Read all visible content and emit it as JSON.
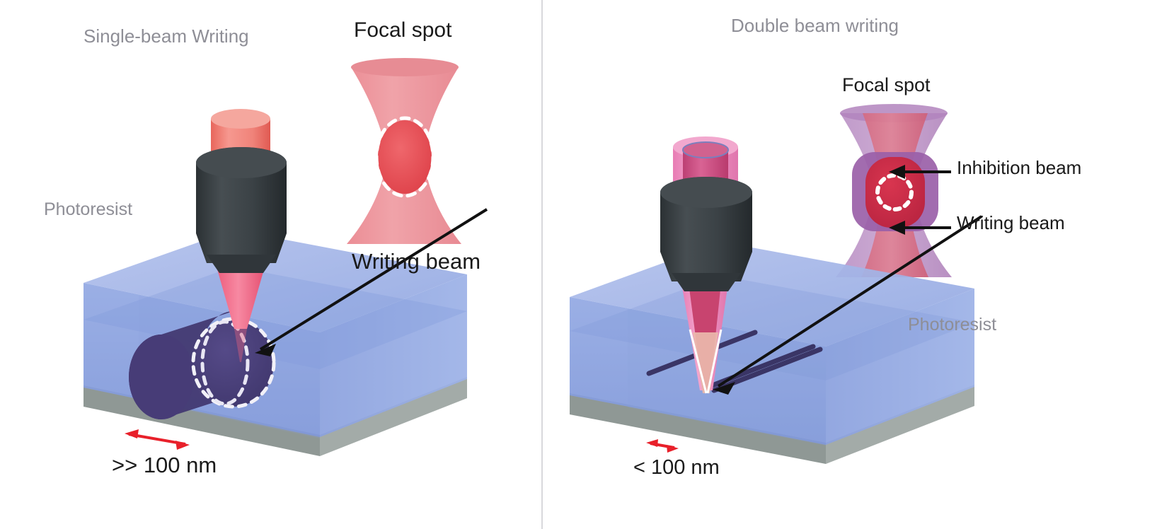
{
  "figure": {
    "background_color": "#ffffff",
    "divider_color": "#d8d8dc",
    "title_color": "#8e8e96",
    "label_color": "#1a1a1a"
  },
  "panels": [
    {
      "id": "single-beam",
      "title": "Single-beam Writing",
      "labels": {
        "focal_spot": "Focal spot",
        "writing_beam": "Writing beam",
        "photoresist": "Photoresist",
        "scale": ">> 100 nm"
      },
      "colors": {
        "objective": "#3e4448",
        "objective_dark": "#2e3336",
        "beam_cylinder": "#f0837a",
        "beam_cylinder_top": "#f3a099",
        "beam_cone": "#ef6e80",
        "focal_envelope": "#ef9aa1",
        "focal_core": "#e8555c",
        "dashed_outline": "#ffffff",
        "photoresist": "#8fa6e0",
        "photoresist_top": "#a6b7e8",
        "photoresist_side": "#7d96d8",
        "substrate": "#9aa3a0",
        "written_feature": "#4a3f7a",
        "scale_arrow": "#e8202a",
        "pointer_arrow": "#111111"
      }
    },
    {
      "id": "double-beam",
      "title": "Double beam writing",
      "labels": {
        "focal_spot": "Focal spot",
        "inhibition_beam": "Inhibition beam",
        "writing_beam": "Writing beam",
        "photoresist": "Photoresist",
        "scale": "< 100 nm"
      },
      "colors": {
        "objective": "#3e4448",
        "objective_dark": "#2e3336",
        "beam_outer_cylinder": "#ef90c0",
        "beam_inner_cylinder": "#cf5085",
        "beam_cone_outer": "#ef7fb4",
        "beam_cone_inner": "#c8446f",
        "inhibition_envelope": "#b07ab8",
        "writing_envelope": "#d2596c",
        "writing_core": "#cc2d4e",
        "dashed_outline": "#ffffff",
        "photoresist": "#8fa6e0",
        "photoresist_top": "#a6b7e8",
        "photoresist_side": "#7d96d8",
        "substrate": "#9aa3a0",
        "written_feature": "#3a3566",
        "scale_arrow": "#e8202a",
        "pointer_arrow": "#111111"
      }
    }
  ],
  "chart_data": {
    "type": "diagram",
    "title": "Comparison of single-beam and double-beam (STED-inspired) direct laser writing resolution",
    "elements": [
      {
        "panel": "single-beam",
        "feature_width_label": ">> 100 nm",
        "beams": [
          "Writing beam"
        ],
        "focal_spot_description": "Single pink hourglass focal envelope with solid red focal core, dashed white ellipse marking exposed voxel",
        "written_structure": "Thick purple cylinder written in photoresist"
      },
      {
        "panel": "double-beam",
        "feature_width_label": "< 100 nm",
        "beams": [
          "Writing beam",
          "Inhibition beam"
        ],
        "focal_spot_description": "Purple inhibition hourglass surrounding a smaller red writing focal core, small dashed white circle marking reduced exposed voxel",
        "written_structure": "Thin dark lines written in photoresist"
      }
    ]
  }
}
